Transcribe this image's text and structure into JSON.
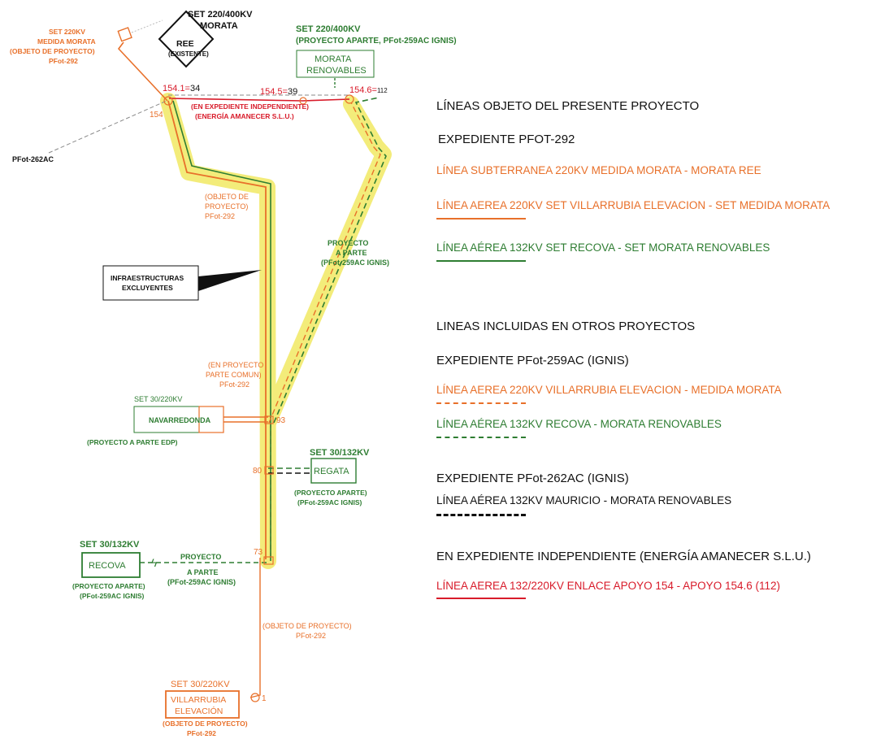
{
  "colors": {
    "orange": "#E8702A",
    "green": "#2E7D32",
    "red": "#D81B2A",
    "black": "#111111",
    "grey": "#8a8a8a",
    "highlight": "#F3EC7A"
  },
  "diagram": {
    "ree": {
      "title_line1": "SET 220/400KV",
      "title_line2": "MORATA",
      "box_line1": "REE",
      "box_line2": "(EXISTENTE)"
    },
    "set_medida": {
      "line1": "SET 220KV",
      "line2": "MEDIDA MORATA",
      "line3": "(OBJETO DE PROYECTO)",
      "line4": "PFot-292"
    },
    "morata_renovables": {
      "title1": "SET 220/400KV",
      "title2": "(PROYECTO APARTE, PFot-259AC IGNIS)",
      "box1": "MORATA",
      "box2": "RENOVABLES"
    },
    "towers": {
      "t154_1": "154.1=",
      "t154_1_b": "34",
      "t154_5": "154.5=",
      "t154_5_b": "39",
      "t154_6": "154.6=",
      "t154_6_b": "112",
      "t154": "154",
      "t93": "93",
      "t80": "80",
      "t73": "73",
      "t1": "1"
    },
    "independent": {
      "line1": "(EN EXPEDIENTE INDEPENDIENTE)",
      "line2": "(ENERGÍA AMANECER S.L.U.)"
    },
    "pfot262": "PFot-262AC",
    "objeto_proyecto_upper": {
      "line1": "(OBJETO DE",
      "line2": "PROYECTO)",
      "line3": "PFot-292"
    },
    "proyecto_aparte_upper": {
      "line1": "PROYECTO",
      "line2": "A PARTE",
      "line3": "(PFot-259AC IGNIS)"
    },
    "infra": {
      "line1": "INFRAESTRUCTURAS",
      "line2": "EXCLUYENTES"
    },
    "parte_comun": {
      "line1": "(EN PROYECTO",
      "line2": "PARTE COMUN)",
      "line3": "PFot-292"
    },
    "navarredonda": {
      "title": "SET 30/220KV",
      "box": "NAVARREDONDA",
      "note": "(PROYECTO A PARTE  EDP)"
    },
    "regata": {
      "title": "SET 30/132KV",
      "box": "REGATA",
      "note1": "(PROYECTO APARTE)",
      "note2": "(PFot-259AC IGNIS)"
    },
    "recova": {
      "title": "SET 30/132KV",
      "box": "RECOVA",
      "note1": "(PROYECTO APARTE)",
      "note2": "(PFot-259AC IGNIS)"
    },
    "proyecto_aparte_lower": {
      "line1": "PROYECTO",
      "line2": "A PARTE",
      "line3": "(PFot-259AC IGNIS)"
    },
    "objeto_proyecto_lower": {
      "line1": "(OBJETO DE PROYECTO)",
      "line2": "PFot-292"
    },
    "villarrubia": {
      "title": "SET 30/220KV",
      "box1": "VILLARRUBIA",
      "box2": "ELEVACIÓN",
      "note1": "(OBJETO DE PROYECTO)",
      "note2": "PFot-292"
    }
  },
  "legend": {
    "heading_objeto": "LÍNEAS OBJETO DEL PRESENTE PROYECTO",
    "exp_292": "EXPEDIENTE PFOT-292",
    "item1": "LÍNEA SUBTERRANEA 220KV  MEDIDA MORATA -  MORATA REE",
    "item2": "LÍNEA AEREA 220KV SET VILLARRUBIA ELEVACION - SET MEDIDA MORATA",
    "item3": "LÍNEA AÉREA 132KV SET RECOVA - SET MORATA RENOVABLES",
    "heading_otros": "LINEAS INCLUIDAS EN OTROS PROYECTOS",
    "exp_259": "EXPEDIENTE PFot-259AC (IGNIS)",
    "item4": "LÍNEA AEREA 220KV  VILLARRUBIA ELEVACION -  MEDIDA MORATA",
    "item5": "LÍNEA AÉREA 132KV RECOVA -  MORATA RENOVABLES",
    "exp_262": "EXPEDIENTE PFot-262AC (IGNIS)",
    "item6": "LÍNEA AÉREA 132KV MAURICIO -  MORATA RENOVABLES",
    "exp_indep": "EN EXPEDIENTE INDEPENDIENTE (ENERGÍA AMANECER S.L.U.)",
    "item7": "LÍNEA AEREA 132/220KV ENLACE APOYO 154 - APOYO 154.6 (112)"
  }
}
